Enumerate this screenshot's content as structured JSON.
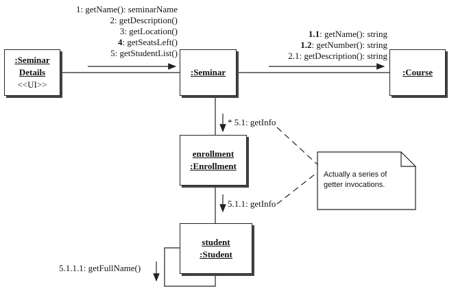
{
  "objects": {
    "seminar_details": {
      "line1": ":Seminar",
      "line2": "Details",
      "stereotype": "<<UI>>"
    },
    "seminar": {
      "label": ":Seminar"
    },
    "course": {
      "label": ":Course"
    },
    "enrollment": {
      "line1": "enrollment",
      "line2": ":Enrollment"
    },
    "student": {
      "line1": "student",
      "line2": ":Student"
    }
  },
  "messages": {
    "details_to_seminar": [
      {
        "num": "1",
        "text": ": getName(): seminarName"
      },
      {
        "num": "2",
        "text": ": getDescription()"
      },
      {
        "num": "3",
        "text": ": getLocation()"
      },
      {
        "num": "4",
        "text": ": getSeatsLeft()"
      },
      {
        "num": "5",
        "text": ": getStudentList()"
      }
    ],
    "seminar_to_course": [
      {
        "num": "1.1",
        "text": ": getName(): string"
      },
      {
        "num": "1.2",
        "text": ": getNumber(): string"
      },
      {
        "num": "2.1",
        "text": ": getDescription(): string"
      }
    ],
    "seminar_to_enrollment": "* 5.1: getInfo",
    "enrollment_to_student": "5.1.1: getInfo",
    "student_self": "5.1.1.1: getFullName()"
  },
  "note": {
    "line1": "Actually a series of",
    "line2": "getter invocations."
  }
}
